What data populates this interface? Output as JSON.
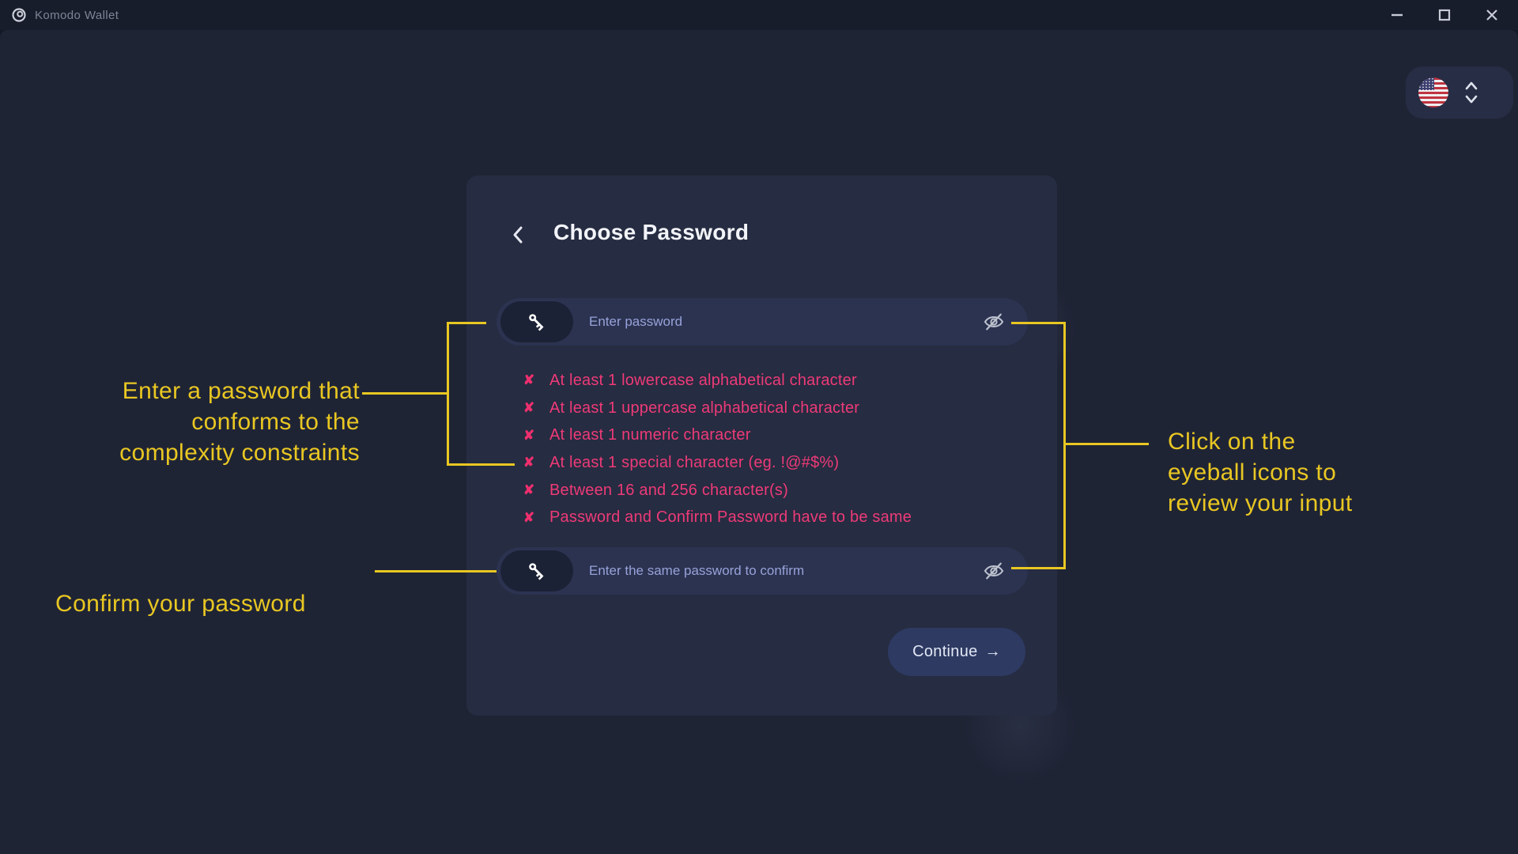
{
  "titlebar": {
    "app_title": "Komodo Wallet",
    "controls": {
      "minimize": "minimize",
      "maximize": "maximize",
      "close": "close"
    }
  },
  "language_selector": {
    "flag_icon": "us-flag",
    "chevrons_icon": "up-down-chevrons"
  },
  "dialog": {
    "title": "Choose Password",
    "back_icon": "chevron-left",
    "password_field": {
      "value": "",
      "placeholder": "Enter password",
      "leading_icon": "key",
      "trailing_icon": "eye-off"
    },
    "confirm_field": {
      "value": "",
      "placeholder": "Enter the same password to confirm",
      "leading_icon": "key",
      "trailing_icon": "eye-off"
    },
    "requirements": [
      {
        "met": false,
        "label": "At least 1 lowercase alphabetical character"
      },
      {
        "met": false,
        "label": "At least 1 uppercase alphabetical character"
      },
      {
        "met": false,
        "label": "At least 1 numeric character"
      },
      {
        "met": false,
        "label": "At least 1 special character (eg. !@#$%)"
      },
      {
        "met": false,
        "label": "Between 16 and 256 character(s)"
      },
      {
        "met": false,
        "label": "Password and Confirm Password have to be same"
      }
    ],
    "continue_button": {
      "label": "Continue",
      "arrow_glyph": "→"
    }
  },
  "annotations": {
    "password_note": {
      "line1": "Enter a password that",
      "line2": "conforms to the",
      "line3": "complexity constraints"
    },
    "confirm_note": {
      "text": "Confirm your password"
    },
    "eyeball_note": {
      "line1": "Click on the",
      "line2": "eyeball icons to",
      "line3": "review your input"
    }
  },
  "glyphs": {
    "cross": "✘"
  },
  "colors": {
    "accent_yellow": "#e9c722",
    "requirement_unmet_pink": "#ee3a78",
    "card_background": "#262c41",
    "field_background": "#2b3351",
    "page_background": "#1f2435"
  }
}
